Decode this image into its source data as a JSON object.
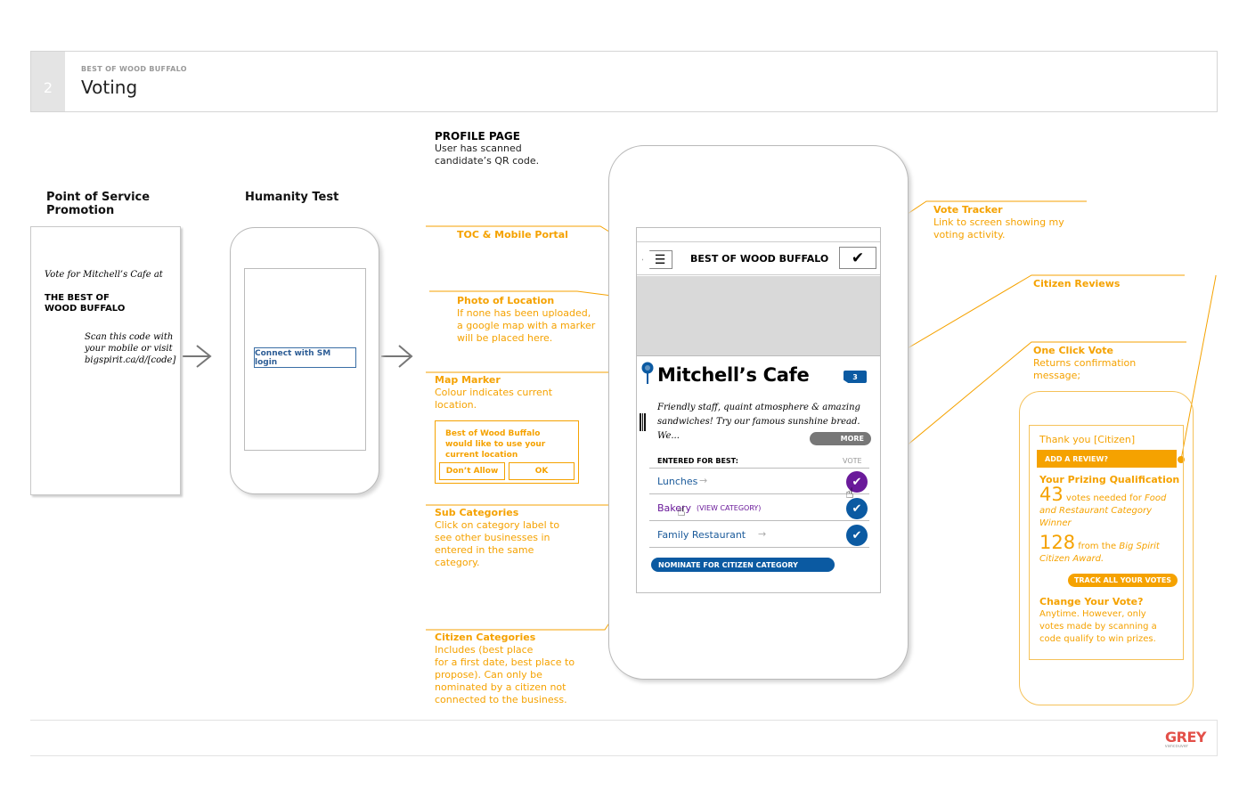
{
  "header": {
    "number": "2",
    "kicker": "BEST OF WOOD BUFFALO",
    "title": "Voting"
  },
  "colors": {
    "accent": "#f5a200",
    "blue": "#0b5aa2",
    "purple": "#6a1a9a",
    "grey_logo": "#e35049"
  },
  "pos": {
    "heading": "Point of Service Promotion",
    "vote_for": "Vote for Mitchell’s Cafe at",
    "best_line1": "THE BEST OF",
    "best_line2": "WOOD BUFFALO",
    "scan_l1": "Scan this code with",
    "scan_l2": "your mobile or visit",
    "scan_l3": "bigspirit.ca/d/[code]"
  },
  "humanity": {
    "heading": "Humanity Test",
    "button": "Connect with SM login"
  },
  "profile": {
    "heading": "PROFILE PAGE",
    "sub_l1": "User has scanned",
    "sub_l2": "candidate’s QR code."
  },
  "annotations": {
    "toc": "TOC & Mobile Portal",
    "photo_title": "Photo of Location",
    "photo_l1": "If none has been uploaded,",
    "photo_l2": "a google map with a marker",
    "photo_l3": "will be placed here.",
    "marker_title": "Map Marker",
    "marker_l1": "Colour indicates current",
    "marker_l2": "location.",
    "sub_title": "Sub Categories",
    "sub_l1": "Click on category label to",
    "sub_l2": "see other businesses in",
    "sub_l3": "entered in the same",
    "sub_l4": "category.",
    "citizen_title": "Citizen Categories",
    "citizen_l1": "Includes (best place",
    "citizen_l2": "for a first date, best place to",
    "citizen_l3": "propose). Can only be",
    "citizen_l4": "nominated by a citizen not",
    "citizen_l5": "connected to the business.",
    "tracker_title": "Vote Tracker",
    "tracker_l1": "Link to screen showing my",
    "tracker_l2": "voting activity.",
    "reviews_title": "Citizen Reviews",
    "oneclick_title": "One Click Vote",
    "oneclick_l1": "Returns confirmation",
    "oneclick_l2": "message;"
  },
  "location_dialog": {
    "l1": "Best of Wood Buffalo",
    "l2": "would like to use your",
    "l3": "current location",
    "deny": "Don’t Allow",
    "ok": "OK"
  },
  "app": {
    "title": "BEST OF WOOD BUFFALO",
    "cafe_name": "Mitchell’s Cafe",
    "review_count": "3",
    "desc_l1": "Friendly staff, quaint atmosphere & amazing",
    "desc_l2": "sandwiches! Try our famous sunshine bread. We...",
    "more": "MORE",
    "entered": "ENTERED FOR BEST:",
    "vote": "VOTE",
    "categories": [
      {
        "label": "Lunches",
        "arrow": "→"
      },
      {
        "label": "Bakery",
        "extra": "(VIEW CATEGORY)"
      },
      {
        "label": "Family Restaurant",
        "arrow": "→"
      }
    ],
    "nominate": "NOMINATE FOR CITIZEN CATEGORY"
  },
  "confirm": {
    "thanks": "Thank you [Citizen]",
    "add_review": "ADD A REVIEW?",
    "prizing": "Your Prizing Qualification",
    "n1": "43",
    "n1_text": "votes needed for",
    "n1_em1": "Food",
    "n1_em2": "and Restaurant Category",
    "n1_em3": "Winner",
    "n2": "128",
    "n2_text": "from the",
    "n2_em1": "Big Spirit",
    "n2_em2": "Citizen Award.",
    "track": "TRACK ALL YOUR VOTES",
    "change_title": "Change Your Vote?",
    "change_l1": "Anytime. However, only",
    "change_l2": "votes made by scanning a",
    "change_l3": "code qualify to win prizes."
  },
  "footer": {
    "logo": "GREY",
    "sub": "vancouver"
  }
}
